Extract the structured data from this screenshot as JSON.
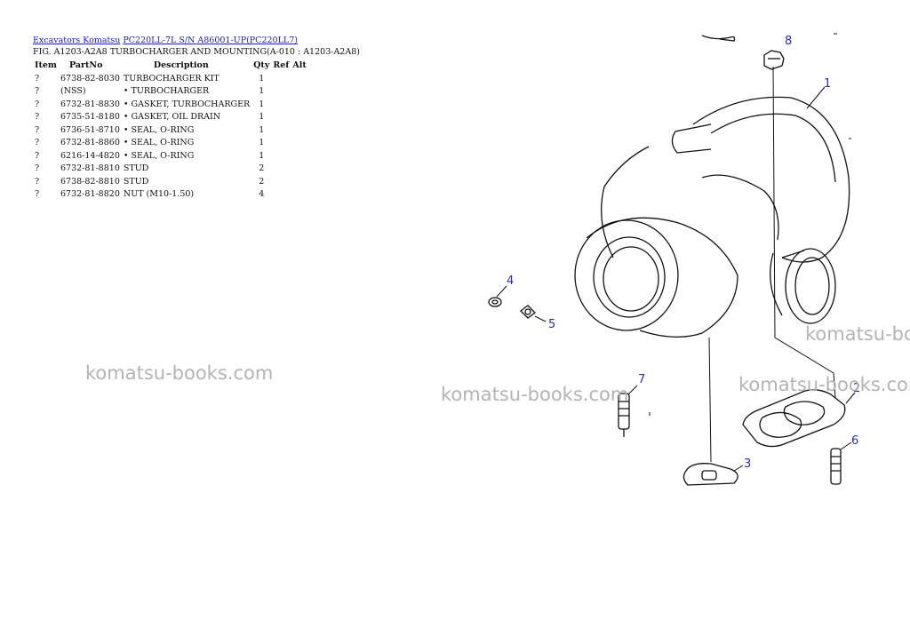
{
  "breadcrumb": {
    "link1": "Excavators Komatsu",
    "link2": "PC220LL-7L S/N A86001-UP(PC220LL7)"
  },
  "figure_title": "FIG. A1203-A2A8 TURBOCHARGER AND MOUNTING(A-010 : A1203-A2A8)",
  "table": {
    "headers": {
      "item": "Item",
      "partno": "PartNo",
      "description": "Description",
      "qty": "Qty",
      "ref": "Ref",
      "alt": "Alt"
    },
    "rows": [
      {
        "item": "?",
        "partno": "6738-82-8030",
        "description": "TURBOCHARGER KIT",
        "qty": "1"
      },
      {
        "item": "?",
        "partno": "(NSS)",
        "description": "• TURBOCHARGER",
        "qty": "1"
      },
      {
        "item": "?",
        "partno": "6732-81-8830",
        "description": "• GASKET, TURBOCHARGER",
        "qty": "1"
      },
      {
        "item": "?",
        "partno": "6735-51-8180",
        "description": "• GASKET, OIL DRAIN",
        "qty": "1"
      },
      {
        "item": "?",
        "partno": "6736-51-8710",
        "description": "• SEAL, O-RING",
        "qty": "1"
      },
      {
        "item": "?",
        "partno": "6732-81-8860",
        "description": "• SEAL, O-RING",
        "qty": "1"
      },
      {
        "item": "?",
        "partno": "6216-14-4820",
        "description": "• SEAL, O-RING",
        "qty": "1"
      },
      {
        "item": "?",
        "partno": "6732-81-8810",
        "description": "STUD",
        "qty": "2"
      },
      {
        "item": "?",
        "partno": "6738-82-8810",
        "description": "STUD",
        "qty": "2"
      },
      {
        "item": "?",
        "partno": "6732-81-8820",
        "description": "NUT (M10-1.50)",
        "qty": "4"
      }
    ]
  },
  "watermarks": [
    "komatsu-books.com",
    "komatsu-books.com",
    "komatsu-books.com",
    "komatsu-bo"
  ],
  "callouts": [
    "1",
    "2",
    "3",
    "4",
    "5",
    "6",
    "7",
    "8"
  ],
  "colors": {
    "link": "#1a1ac8",
    "callout": "#2a2ab8",
    "watermark": "#b4b4b4"
  }
}
